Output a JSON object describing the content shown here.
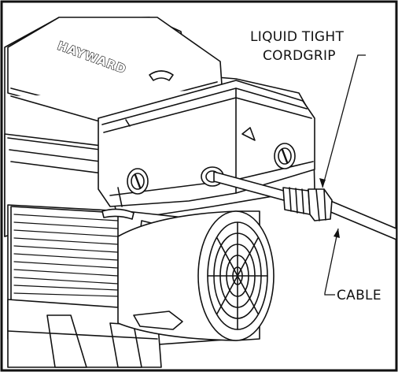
{
  "brand": {
    "logo_text": "HAYWARD"
  },
  "callouts": {
    "cordgrip_line1": "LIQUID TIGHT",
    "cordgrip_line2": "CORDGRIP",
    "cable": "CABLE"
  },
  "colors": {
    "ink": "#111111",
    "paper": "#ffffff"
  }
}
